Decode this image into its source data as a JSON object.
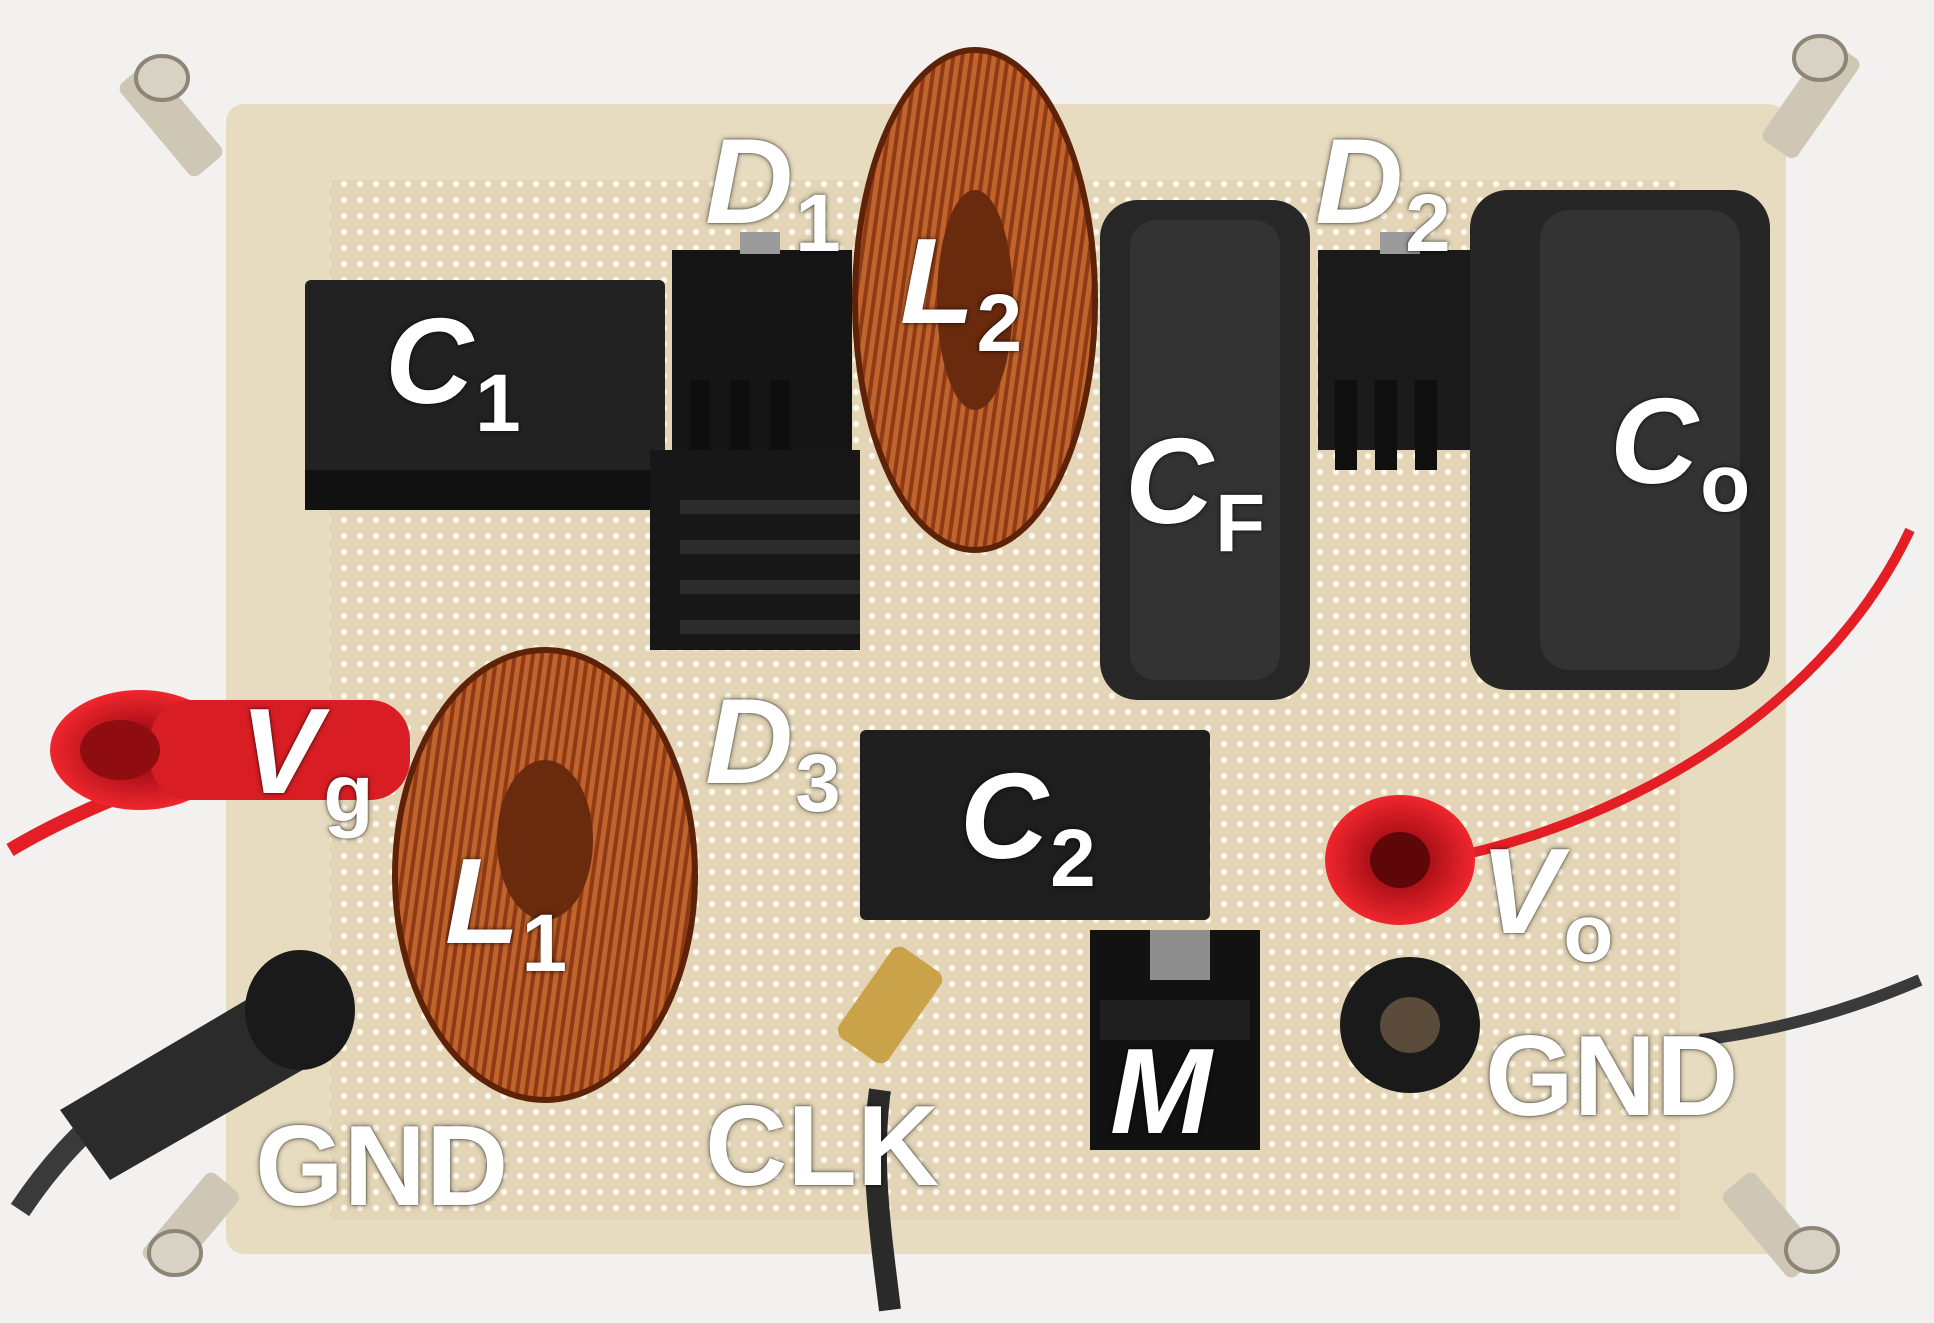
{
  "colors": {
    "background": "#ffffff",
    "board": "#e8dcc0",
    "board_edge": "#d9c9a6",
    "hole": "#fbf6ea",
    "component_black": "#1c1c1c",
    "copper": "#a2491f",
    "copper_dark": "#6a2a0e",
    "wire_red": "#e31e24",
    "wire_black": "#2a2a2a",
    "standoff": "#c9c1b0",
    "label": "#ffffff"
  },
  "labels": {
    "c1": {
      "main": "C",
      "sub": "1"
    },
    "d1": {
      "main": "D",
      "sub": "1"
    },
    "l2": {
      "main": "L",
      "sub": "2"
    },
    "cf": {
      "main": "C",
      "sub": "F"
    },
    "d2": {
      "main": "D",
      "sub": "2"
    },
    "co": {
      "main": "C",
      "sub": "o"
    },
    "vg": {
      "main": "V",
      "sub": "g"
    },
    "d3": {
      "main": "D",
      "sub": "3"
    },
    "c2": {
      "main": "C",
      "sub": "2"
    },
    "l1": {
      "main": "L",
      "sub": "1"
    },
    "vo": {
      "main": "V",
      "sub": "o"
    },
    "m": {
      "main": "M"
    },
    "gnd_left": "GND",
    "clk": "CLK",
    "gnd_right": "GND"
  },
  "icons": {
    "inductor": "toroid-inductor-icon",
    "capacitor": "black-box-capacitor-icon",
    "heatsink": "heatsink-icon",
    "terminal": "banana-jack-icon",
    "connector": "sma-connector-icon",
    "standoff": "hex-standoff-icon"
  }
}
